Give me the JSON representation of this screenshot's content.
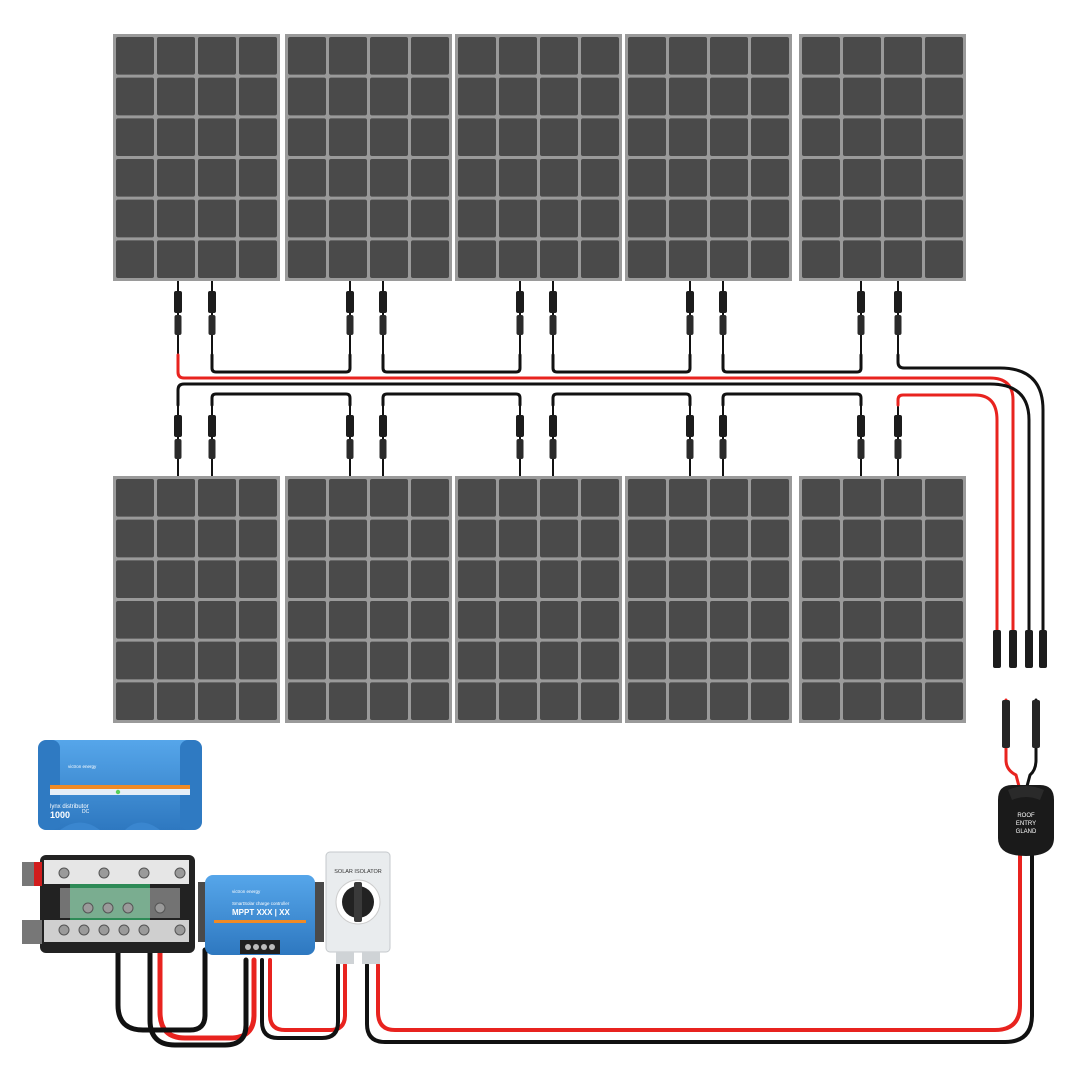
{
  "colors": {
    "panel_frame": "#9a9a9a",
    "panel_cell": "#4a4a4a",
    "wire_positive": "#e8231f",
    "wire_negative": "#111111",
    "victron_blue": "#3d8fd6",
    "victron_blue_dark": "#2c6fb0",
    "isolator_body": "#e9ecee"
  },
  "panels": {
    "top_row_count": 5,
    "bottom_row_count": 5,
    "cell_columns": 4,
    "cell_rows": 6
  },
  "lynx_distributor": {
    "brand": "victron energy",
    "model_line1": "lynx distributor",
    "model_line2": "1000",
    "model_suffix": "DC"
  },
  "mppt": {
    "brand": "victron energy",
    "line1": "SmartSolar charge controller",
    "line2": "MPPT XXX | XX"
  },
  "isolator": {
    "label": "SOLAR ISOLATOR"
  },
  "roof_gland": {
    "line1": "ROOF",
    "line2": "ENTRY",
    "line3": "GLAND"
  }
}
